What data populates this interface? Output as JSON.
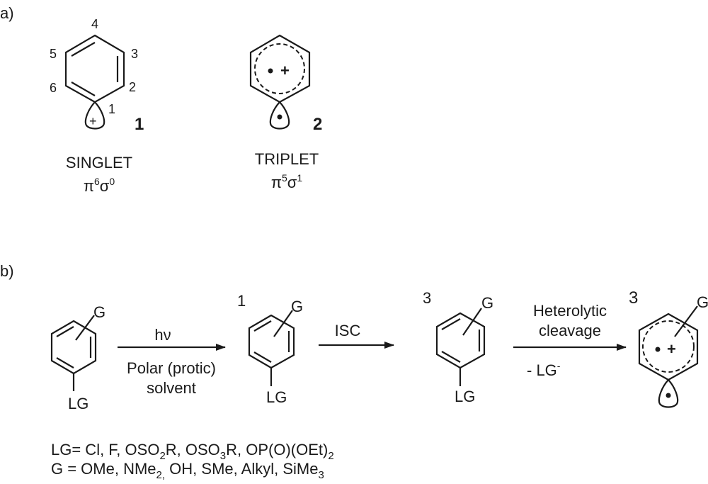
{
  "part_a": {
    "label": "a)",
    "singlet": {
      "positions": [
        "1",
        "2",
        "3",
        "4",
        "5",
        "6"
      ],
      "charge": "+",
      "compound_number": "1",
      "state": "SINGLET",
      "config": {
        "pi": "π",
        "pi_exp": "6",
        "sigma": "σ",
        "sigma_exp": "0"
      }
    },
    "triplet": {
      "charge": "+",
      "compound_number": "2",
      "state": "TRIPLET",
      "config": {
        "pi": "π",
        "pi_exp": "5",
        "sigma": "σ",
        "sigma_exp": "1"
      }
    }
  },
  "part_b": {
    "label": "b)",
    "substituent_g": "G",
    "leaving_group": "LG",
    "step1": {
      "above": "hν",
      "below1": "Polar (protic)",
      "below2": "solvent"
    },
    "intermediate1_multiplicity": "1",
    "step2": {
      "above": "ISC"
    },
    "intermediate2_multiplicity": "3",
    "step3": {
      "above1": "Heterolytic",
      "above2": "cleavage",
      "below": "- LG",
      "below_sup": "-"
    },
    "product_multiplicity": "3",
    "product_charge": "+",
    "lg_list": {
      "prefix": "LG= Cl, F, OSO",
      "s1": "2",
      "m1": "R, OSO",
      "s2": "3",
      "m2": "R, OP(O)(OEt)",
      "s3": "2"
    },
    "g_list": {
      "prefix": "G = OMe, NMe",
      "s1": "2,",
      "m1": " OH, SMe, Alkyl, SiMe",
      "s2": "3"
    }
  }
}
